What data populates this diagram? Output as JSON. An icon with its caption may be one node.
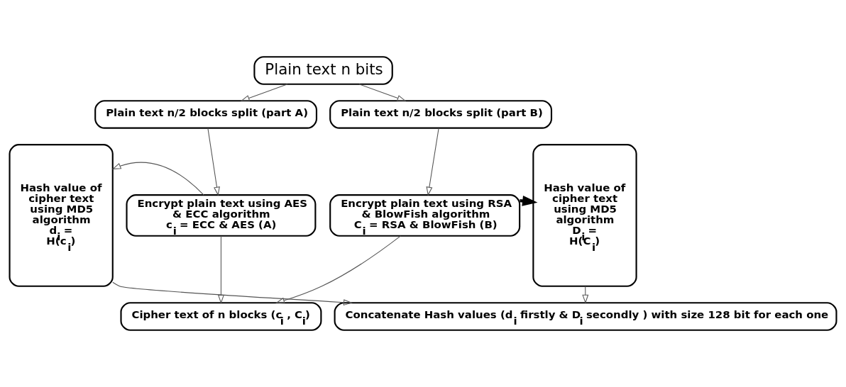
{
  "diagram": {
    "nodes": [
      {
        "text": [
          "Plain text n bits"
        ]
      },
      {
        "text": [
          "Plain text n/2 blocks split (part A)"
        ]
      },
      {
        "text": [
          "Plain text n/2 blocks split (part B)"
        ]
      },
      {
        "text": [
          "Hash value of cipher text using MD5 algorithm",
          "d$_{i}$ = H(c$_{i}$)"
        ]
      },
      {
        "text": [
          "Encrypt plain text using AES & ECC algorithm",
          "c$_{i}$ = ECC & AES (A)"
        ]
      },
      {
        "text": [
          "Encrypt plain text using RSA & BlowFish algorithm",
          "C$_{i}$ = RSA & BlowFish (B)"
        ]
      },
      {
        "text": [
          "Hash value of cipher text using MD5 algorithm",
          "D$_{i}$ = H(C$_{i}$)"
        ]
      },
      {
        "text": [
          "Cipher text of n blocks (c$_{i}$ , C$_{i}$)"
        ]
      },
      {
        "text": [
          "Concatenate Hash values (d$_{i}$ firstly & D$_{i}$ secondly ) with size 128 bit for each one"
        ]
      }
    ],
    "edges": [
      {
        "from": 0,
        "to": 1,
        "arrow": "to"
      },
      {
        "from": 0,
        "to": 2,
        "arrow": "to"
      },
      {
        "from": 1,
        "to": 4,
        "arrow": "to"
      },
      {
        "from": 2,
        "to": 5,
        "arrow": "to"
      },
      {
        "from": 4,
        "to": 3,
        "arrow": "to"
      },
      {
        "from": 5,
        "to": 6,
        "arrow": "to",
        "style": "thick"
      },
      {
        "from": 4,
        "to": 7,
        "arrow": "to"
      },
      {
        "from": 5,
        "to": 7,
        "arrow": "to"
      },
      {
        "from": 3,
        "to": 8,
        "arrow": "to"
      },
      {
        "from": 6,
        "to": 8,
        "arrow": "to"
      }
    ]
  }
}
